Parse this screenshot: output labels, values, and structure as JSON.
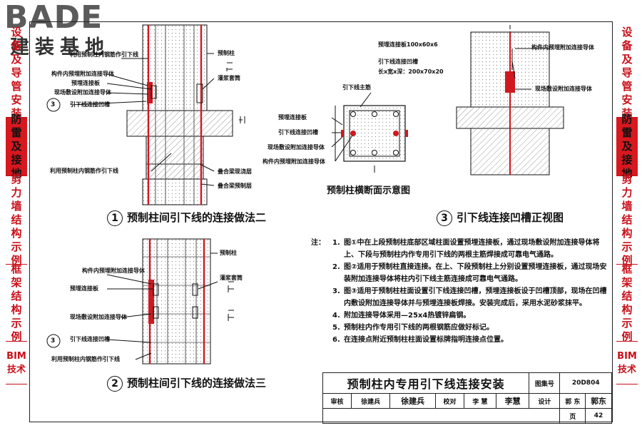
{
  "logo": {
    "main": "BADE",
    "sub": "建装基地"
  },
  "left_tabs": [
    {
      "label": "设备及导管安装",
      "active": false
    },
    {
      "label": "防雷及接地",
      "active": true
    },
    {
      "label": "剪力墙结构示例",
      "active": false
    },
    {
      "label": "框架结构示例",
      "active": false
    },
    {
      "label": "BIM技术",
      "active": false
    }
  ],
  "right_tabs": [
    {
      "label": "设备及导管安装",
      "active": false
    },
    {
      "label": "防雷及接地",
      "active": true
    },
    {
      "label": "剪力墙结构示例",
      "active": false
    },
    {
      "label": "框架结构示例",
      "active": false
    },
    {
      "label": "BIM技术",
      "active": false
    }
  ],
  "diagram1": {
    "num": "1",
    "caption": "预制柱间引下线的连接做法二",
    "labels": {
      "reuse_top": "利用预制柱内钢筋作引下线",
      "column": "预制柱",
      "conn_conductor": "构件内预埋附加连接导体",
      "plate": "预埋连接板",
      "site_conductor": "现场敷设附加连接导体",
      "groove_num": "3",
      "groove": "引下线连接凹槽",
      "grout": "灌浆套筒",
      "reuse": "利用预制柱内钢筋作引下线",
      "beam1": "叠合梁现浇层",
      "beam2": "叠合梁预制层"
    }
  },
  "diagram2": {
    "num": "2",
    "caption": "预制柱间引下线的连接做法三",
    "labels": {
      "column": "预制柱",
      "conn_conductor": "构件内预埋附加连接导体",
      "grout": "灌浆套筒",
      "plate": "预埋连接板",
      "site_conductor": "现场敷设附加连接导体",
      "groove_num": "3",
      "groove": "引下线连接凹槽",
      "reuse": "利用预制柱内钢筋作引下线"
    }
  },
  "section": {
    "caption": "预制柱横断面示意图",
    "labels": {
      "main_bar": "引下线主筋",
      "plate": "预埋连接板",
      "groove": "引下线连接凹槽",
      "site_conductor": "现场敷设附加连接导体",
      "conn_conductor": "构件内预埋附加连接导体"
    }
  },
  "diagram3": {
    "num": "3",
    "caption": "引下线连接凹槽正视图",
    "labels": {
      "plate": "预埋连接板100x60x6",
      "groove_line1": "引下线连接凹槽",
      "groove_line2": "长x宽x深：200x70x20",
      "conn_conductor": "构件内预埋附加连接导体",
      "site_conductor": "现场敷设附加连接导体"
    }
  },
  "notes": {
    "prefix": "注：",
    "items": [
      {
        "num": "1.",
        "text": "图①中在上段预制柱底部区域柱面设置预埋连接板，通过现场敷设附加连接导体将上、下段与预制柱内作专用引下线的两根主筋焊接成可靠电气通路。"
      },
      {
        "num": "2.",
        "text": "图②适用于预制柱直接连接。在上、下段预制柱上分别设置预埋连接板，通过现场安装附加连接导体将柱内引下线主筋连接成可靠电气通路。"
      },
      {
        "num": "3.",
        "text": "图③适用于预制柱柱面设置引下线连接凹槽，预埋连接板设于凹槽顶部，现场在凹槽内敷设附加连接导体并与预埋连接板焊接。安装完成后，采用水泥砂浆抹平。"
      },
      {
        "num": "4.",
        "text": "附加连接导体采用—25x4热镀锌扁钢。"
      },
      {
        "num": "5.",
        "text": "预制柱内作专用引下线的两根钢筋应做好标记。"
      },
      {
        "num": "6.",
        "text": "在连接点附近预制柱柱面设置标牌指明连接点位置。"
      }
    ]
  },
  "title_block": {
    "title": "预制柱内专用引下线连接安装",
    "atlas_label": "图集号",
    "atlas_no": "20D804",
    "review_label": "审核",
    "reviewer": "徐建兵",
    "reviewer_sig": "徐建兵",
    "check_label": "校对",
    "checker": "李 慧",
    "checker_sig": "李慧",
    "design_label": "设计",
    "designer": "郭 东",
    "designer_sig": "郭东",
    "page_label": "页",
    "page_no": "42"
  },
  "colors": {
    "accent": "#d7181f",
    "rebar": "#d01820",
    "line": "#111111",
    "hatch": "#9a9a9a"
  }
}
